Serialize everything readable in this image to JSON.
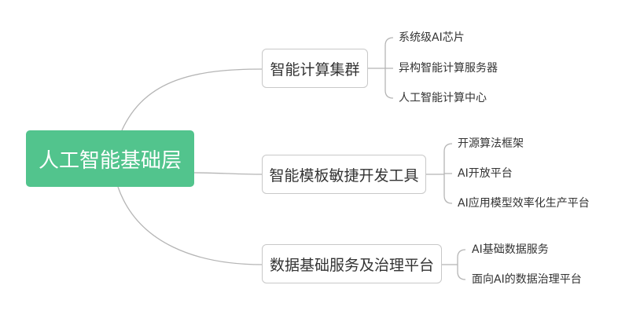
{
  "root": {
    "label": "人工智能基础层",
    "color": "#52c48d"
  },
  "branches": [
    {
      "label": "智能计算集群",
      "children": [
        "系统级AI芯片",
        "异构智能计算服务器",
        "人工智能计算中心"
      ]
    },
    {
      "label": "智能模板敏捷开发工具",
      "children": [
        "开源算法框架",
        "AI开放平台",
        "AI应用模型效率化生产平台"
      ]
    },
    {
      "label": "数据基础服务及治理平台",
      "children": [
        "AI基础数据服务",
        "面向AI的数据治理平台"
      ]
    }
  ]
}
